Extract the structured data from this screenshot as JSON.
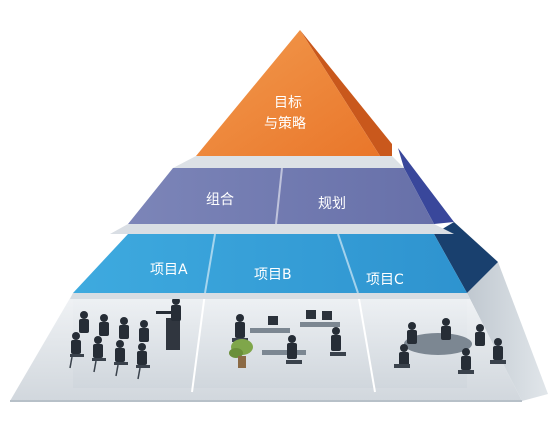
{
  "top_tier": {
    "line1": "目标",
    "line2": "与策略",
    "color": "#f08a3c"
  },
  "middle_tier": {
    "left": "组合",
    "right": "规划",
    "color": "#6f78ae"
  },
  "project_tier": {
    "a": "项目A",
    "b": "项目B",
    "c": "项目C",
    "color": "#3aa3dc"
  },
  "base_tier": {
    "scenes": [
      "presentation",
      "office-desks",
      "meeting-table"
    ]
  },
  "icons": [
    "presenter-silhouette",
    "desk-worker-silhouette",
    "plant-icon",
    "meeting-silhouette"
  ]
}
